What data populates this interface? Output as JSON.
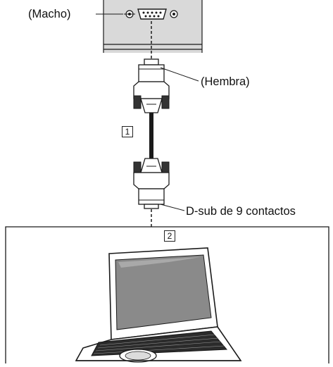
{
  "labels": {
    "male": "(Macho)",
    "female": "(Hembra)",
    "connector": "D-sub de 9 contactos"
  },
  "markers": {
    "cable": "1",
    "computer": "2"
  },
  "colors": {
    "panel_fill": "#d9d9d9",
    "line": "#1a1a1a",
    "laptop_screen": "#8a8a8a"
  },
  "icons": [
    "display-panel-icon",
    "serial-port-icon",
    "cable-connector-icon",
    "laptop-icon"
  ]
}
